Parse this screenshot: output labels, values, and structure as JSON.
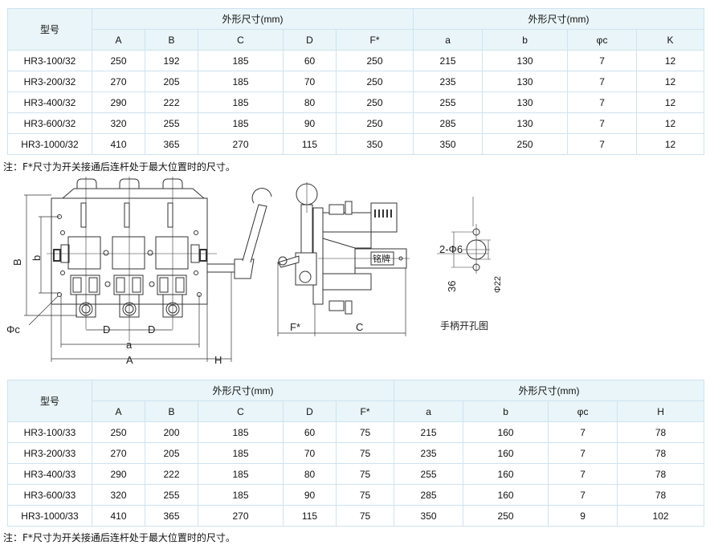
{
  "table1": {
    "model_header": "型号",
    "group_header_left": "外形尺寸(mm)",
    "group_header_right": "外形尺寸(mm)",
    "columns": [
      "A",
      "B",
      "C",
      "D",
      "F*",
      "a",
      "b",
      "φc",
      "K"
    ],
    "rows": [
      [
        "HR3-100/32",
        "250",
        "192",
        "185",
        "60",
        "250",
        "215",
        "130",
        "7",
        "12"
      ],
      [
        "HR3-200/32",
        "270",
        "205",
        "185",
        "70",
        "250",
        "235",
        "130",
        "7",
        "12"
      ],
      [
        "HR3-400/32",
        "290",
        "222",
        "185",
        "80",
        "250",
        "255",
        "130",
        "7",
        "12"
      ],
      [
        "HR3-600/32",
        "320",
        "255",
        "185",
        "90",
        "250",
        "285",
        "130",
        "7",
        "12"
      ],
      [
        "HR3-1000/32",
        "410",
        "365",
        "270",
        "115",
        "350",
        "350",
        "250",
        "7",
        "12"
      ]
    ]
  },
  "note1": "注：F*尺寸为开关接通后连杆处于最大位置时的尺寸。",
  "diagram": {
    "front_labels": {
      "B": "B",
      "b": "b",
      "phic": "Φc",
      "D1": "D",
      "D2": "D",
      "a": "a",
      "A": "A",
      "H": "H"
    },
    "side_labels": {
      "F": "F*",
      "C": "C",
      "nameplate": "铭牌"
    },
    "cutout": {
      "holes": "2-Φ6",
      "height": "36",
      "dia": "Φ22",
      "caption": "手柄开孔图"
    }
  },
  "table2": {
    "model_header": "型号",
    "group_header_left": "外形尺寸(mm)",
    "group_header_right": "外形尺寸(mm)",
    "columns": [
      "A",
      "B",
      "C",
      "D",
      "F*",
      "a",
      "b",
      "φc",
      "H"
    ],
    "rows": [
      [
        "HR3-100/33",
        "250",
        "200",
        "185",
        "60",
        "75",
        "215",
        "160",
        "7",
        "78"
      ],
      [
        "HR3-200/33",
        "270",
        "205",
        "185",
        "70",
        "75",
        "235",
        "160",
        "7",
        "78"
      ],
      [
        "HR3-400/33",
        "290",
        "222",
        "185",
        "80",
        "75",
        "255",
        "160",
        "7",
        "78"
      ],
      [
        "HR3-600/33",
        "320",
        "255",
        "185",
        "90",
        "75",
        "285",
        "160",
        "7",
        "78"
      ],
      [
        "HR3-1000/33",
        "410",
        "365",
        "270",
        "115",
        "75",
        "350",
        "250",
        "9",
        "102"
      ]
    ]
  },
  "note2": "注：F*尺寸为开关接通后连杆处于最大位置时的尺寸。"
}
